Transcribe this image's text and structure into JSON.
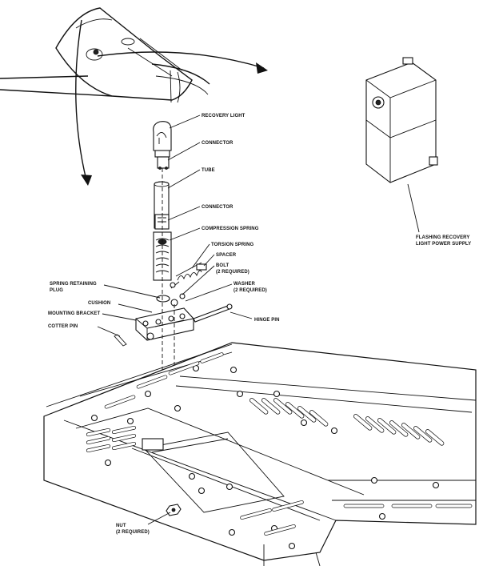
{
  "labels": {
    "recovery_light": "RECOVERY LIGHT",
    "connector_top": "CONNECTOR",
    "tube": "TUBE",
    "connector_mid": "CONNECTOR",
    "compression_spring": "COMPRESSION SPRING",
    "torsion_spring": "TORSION SPRING",
    "spacer": "SPACER",
    "bolt_line1": "BOLT",
    "bolt_line2": "(2 REQUIRED)",
    "washer_line1": "WASHER",
    "washer_line2": "(2 REQUIRED)",
    "spring_plug_line1": "SPRING RETAINING",
    "spring_plug_line2": "PLUG",
    "cushion": "CUSHION",
    "mounting_bracket": "MOUNTING BRACKET",
    "cotter_pin": "COTTER PIN",
    "hinge_pin": "HINGE PIN",
    "power_supply_line1": "FLASHING RECOVERY",
    "power_supply_line2": "LIGHT POWER SUPPLY",
    "nut_line1": "NUT",
    "nut_line2": "(2 REQUIRED)"
  },
  "colors": {
    "ink": "#111111",
    "paper": "#ffffff"
  }
}
